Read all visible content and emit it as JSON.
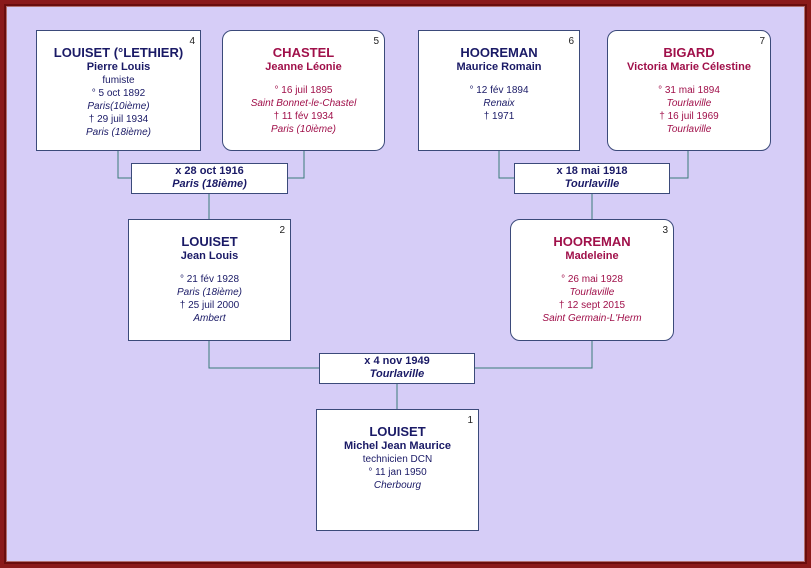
{
  "people": {
    "p4": {
      "num": "4",
      "surname": "LOUISET (°LETHIER)",
      "given": "Pierre Louis",
      "occupation": "fumiste",
      "birth_date": "° 5 oct 1892",
      "birth_place": "Paris(10ième)",
      "death_date": "† 29 juil 1934",
      "death_place": "Paris (18ième)"
    },
    "p5": {
      "num": "5",
      "surname": "CHASTEL",
      "given": "Jeanne Léonie",
      "birth_date": "° 16 juil 1895",
      "birth_place": "Saint Bonnet-le-Chastel",
      "death_date": "† 11 fév 1934",
      "death_place": "Paris (10ième)"
    },
    "p6": {
      "num": "6",
      "surname": "HOOREMAN",
      "given": "Maurice Romain",
      "birth_date": "° 12 fév 1894",
      "birth_place": "Renaix",
      "death_date": "† 1971"
    },
    "p7": {
      "num": "7",
      "surname": "BIGARD",
      "given": "Victoria Marie Célestine",
      "birth_date": "° 31 mai 1894",
      "birth_place": "Tourlaville",
      "death_date": "† 16 juil 1969",
      "death_place": "Tourlaville"
    },
    "p2": {
      "num": "2",
      "surname": "LOUISET",
      "given": "Jean Louis",
      "birth_date": "° 21 fév 1928",
      "birth_place": "Paris (18ième)",
      "death_date": "† 25 juil 2000",
      "death_place": "Ambert"
    },
    "p3": {
      "num": "3",
      "surname": "HOOREMAN",
      "given": "Madeleine",
      "birth_date": "° 26 mai 1928",
      "birth_place": "Tourlaville",
      "death_date": "† 12 sept 2015",
      "death_place": "Saint Germain-L'Herm"
    },
    "p1": {
      "num": "1",
      "surname": "LOUISET",
      "given": "Michel Jean Maurice",
      "occupation": "technicien DCN",
      "birth_date": "° 11 jan 1950",
      "birth_place": "Cherbourg"
    }
  },
  "marriages": {
    "m45": {
      "date": "x 28 oct 1916",
      "place": "Paris (18ième)"
    },
    "m67": {
      "date": "x 18 mai 1918",
      "place": "Tourlaville"
    },
    "m23": {
      "date": "x 4 nov 1949",
      "place": "Tourlaville"
    }
  },
  "colors": {
    "male": "#1a1a66",
    "female": "#a0104a",
    "background": "#d6cdf7",
    "border": "#8a1a1a"
  }
}
